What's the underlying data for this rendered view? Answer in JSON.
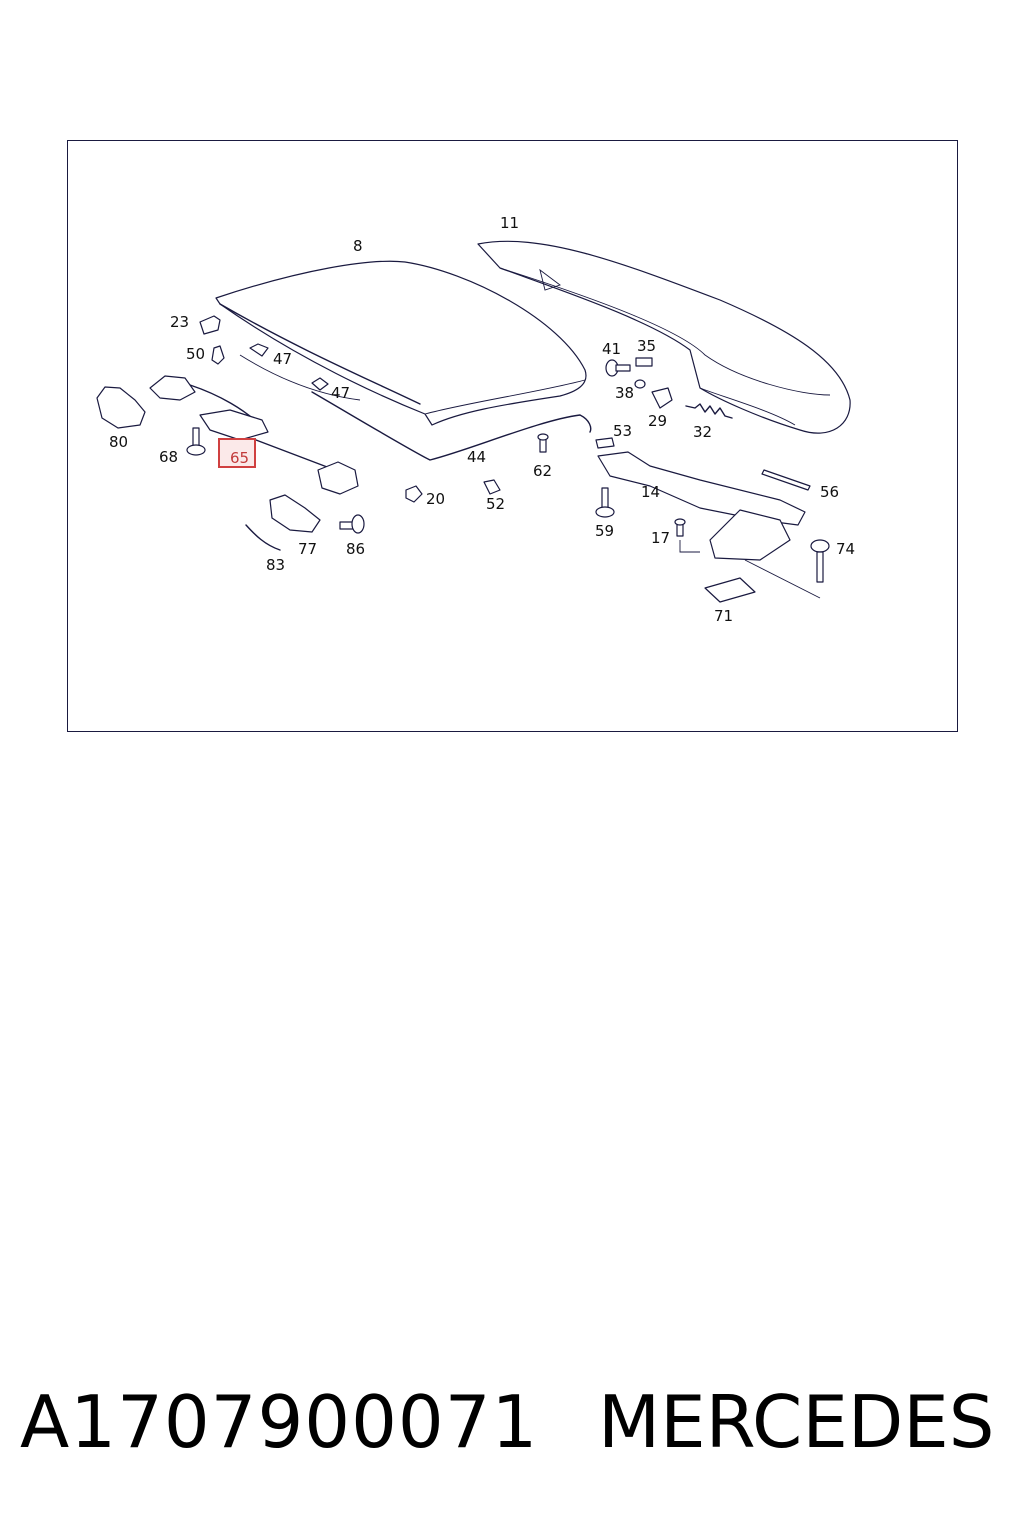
{
  "diagram": {
    "callouts": [
      "11",
      "8",
      "23",
      "50",
      "47",
      "47",
      "41",
      "35",
      "38",
      "29",
      "32",
      "80",
      "68",
      "65",
      "53",
      "44",
      "62",
      "14",
      "56",
      "20",
      "52",
      "59",
      "77",
      "86",
      "17",
      "74",
      "83",
      "71"
    ],
    "highlighted": "65",
    "highlight_color": "#d04040",
    "line_color": "#1a1a40"
  },
  "footer": {
    "part_number": "A1707900071",
    "brand": "MERCEDES"
  }
}
